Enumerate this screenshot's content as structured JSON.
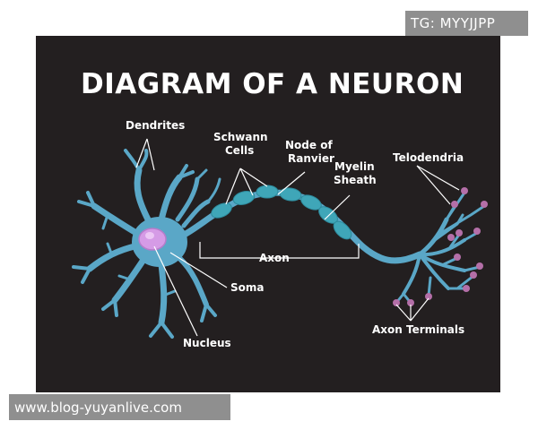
{
  "watermarks": {
    "top": "TG: MYYJJPP",
    "bottom": "www.blog-yuyanlive.com"
  },
  "diagram": {
    "title": "DIAGRAM OF A NEURON",
    "labels": {
      "dendrites": "Dendrites",
      "schwann_cells": [
        "Schwann",
        "Cells"
      ],
      "node_of_ranvier": [
        "Node of",
        "Ranvier"
      ],
      "myelin_sheath": [
        "Myelin",
        "Sheath"
      ],
      "telodendria": "Telodendria",
      "axon": "Axon",
      "soma": "Soma",
      "nucleus": "Nucleus",
      "axon_terminals": "Axon Terminals"
    },
    "colors": {
      "background": "#231f20",
      "neuron": "#5aa7c7",
      "neuron_dark": "#3f86a6",
      "myelin": "#3fa6b8",
      "nucleus": "#d59be6",
      "terminal": "#b46fa8",
      "leader_line": "#ffffff"
    }
  }
}
